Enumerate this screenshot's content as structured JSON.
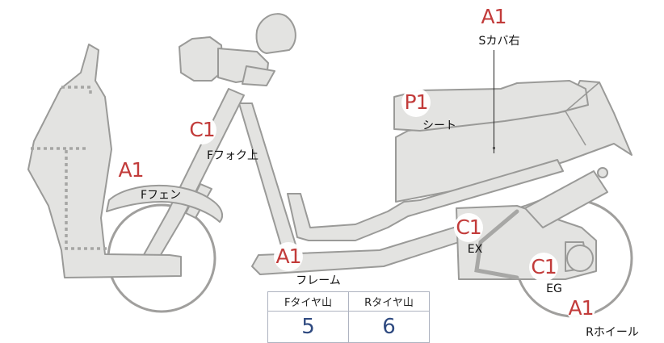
{
  "parts": [
    {
      "id": "s-cover-right",
      "label": "Sカバ右",
      "grade": "A1"
    },
    {
      "id": "seat",
      "label": "シート",
      "grade": "P1"
    },
    {
      "id": "front-fork-upper",
      "label": "Fフォク上",
      "grade": "C1"
    },
    {
      "id": "front-fender",
      "label": "Fフェン",
      "grade": "A1"
    },
    {
      "id": "frame",
      "label": "フレーム",
      "grade": "A1"
    },
    {
      "id": "exhaust",
      "label": "EX",
      "grade": "C1"
    },
    {
      "id": "engine",
      "label": "EG",
      "grade": "C1"
    },
    {
      "id": "rear-wheel",
      "label": "Rホイール",
      "grade": "A1"
    }
  ],
  "tire_table": {
    "headers": [
      "Fタイヤ山",
      "Rタイヤ山"
    ],
    "values": [
      "5",
      "6"
    ]
  },
  "colors": {
    "grade": "#c23b3a",
    "table_value": "#2f4a80",
    "part_fill": "#e3e3e1",
    "part_stroke": "#9a9a98"
  }
}
